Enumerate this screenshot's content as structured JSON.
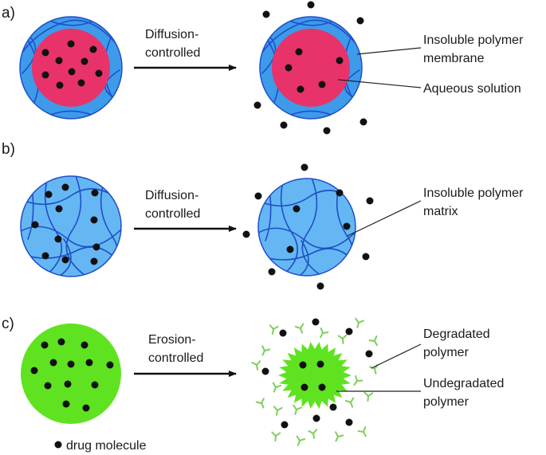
{
  "panels": {
    "a": {
      "letter": "a)",
      "arrow_line1": "Diffusion-",
      "arrow_line2": "controlled",
      "label_membrane_line1": "Insoluble polymer",
      "label_membrane_line2": "membrane",
      "label_solution": "Aqueous solution"
    },
    "b": {
      "letter": "b)",
      "arrow_line1": "Diffusion-",
      "arrow_line2": "controlled",
      "label_matrix_line1": "Insoluble polymer",
      "label_matrix_line2": "matrix"
    },
    "c": {
      "letter": "c)",
      "arrow_line1": "Erosion-",
      "arrow_line2": "controlled",
      "label_degraded_line1": "Degradated",
      "label_degraded_line2": "polymer",
      "label_undegraded_line1": "Undegradated",
      "label_undegraded_line2": "polymer"
    }
  },
  "legend": {
    "drug_label": "drug molecule"
  },
  "colors": {
    "membrane_blue": "#3d9bea",
    "matrix_blue": "#65b7f3",
    "strand_blue": "#1f4fc9",
    "aqueous_pink": "#e8336a",
    "polymer_green": "#5fe321",
    "fragment_green": "#7ccf5a",
    "drug_black": "#111111"
  }
}
